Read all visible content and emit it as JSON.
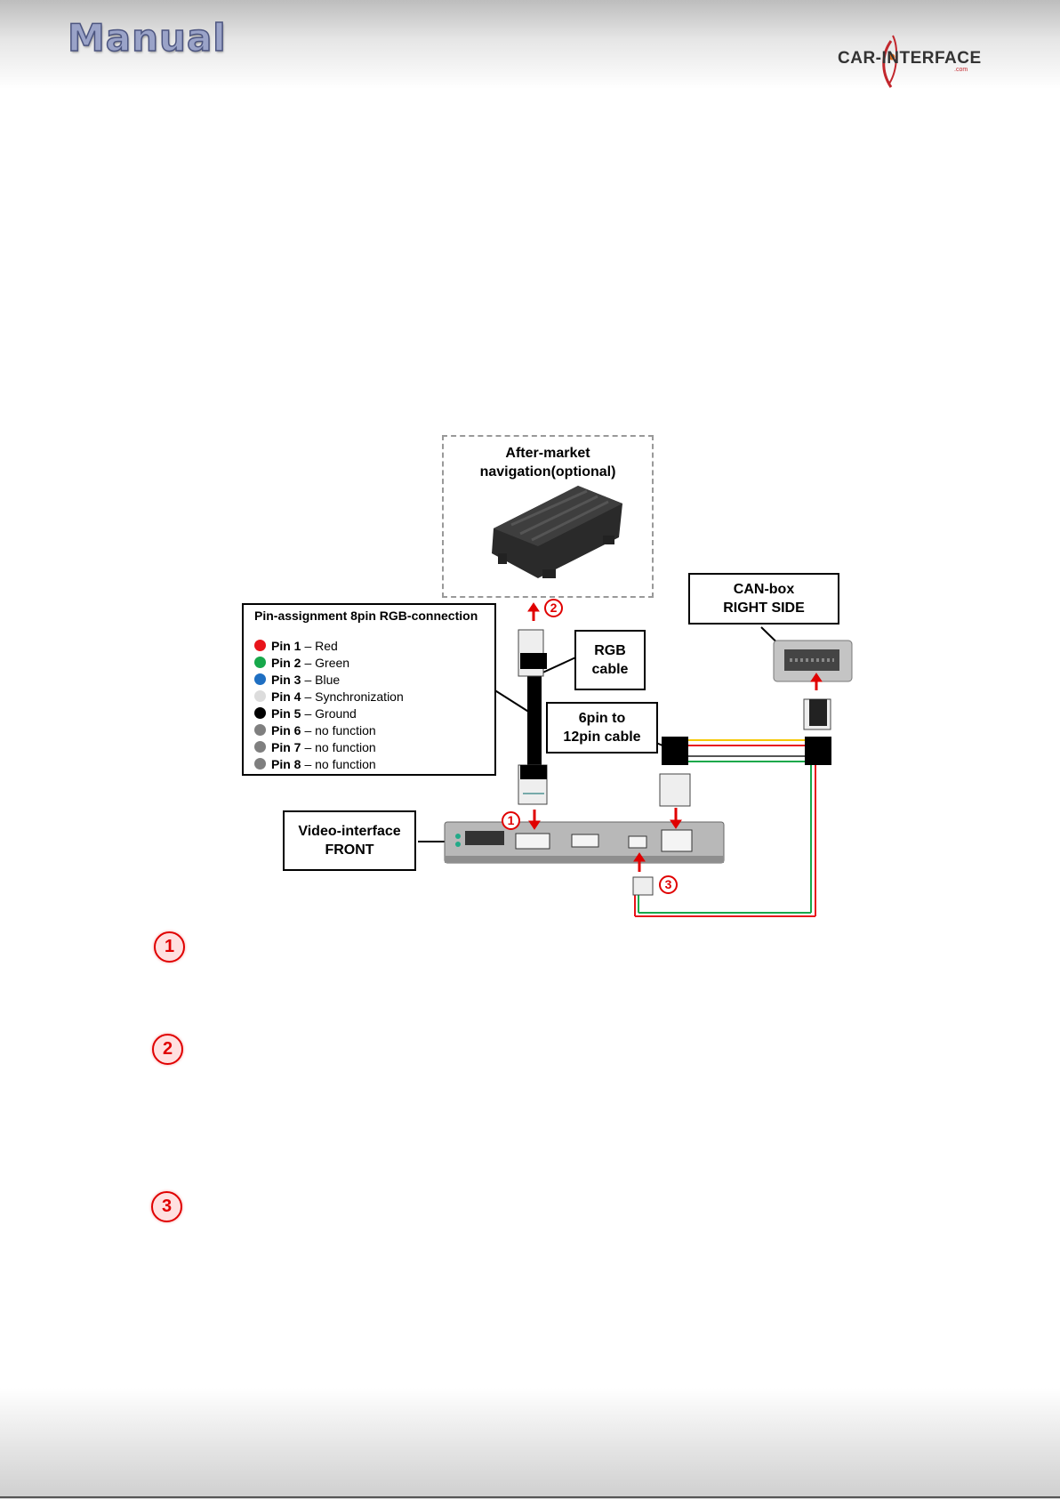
{
  "header": {
    "title": "Manual"
  },
  "logo": {
    "text": "CAR-INTERFACE",
    "suffix": ".com"
  },
  "diagram": {
    "nav_title_line1": "After-market",
    "nav_title_line2": "navigation(optional)",
    "canbox_line1": "CAN-box",
    "canbox_line2": "RIGHT SIDE",
    "rgb_line1": "RGB",
    "rgb_line2": "cable",
    "cable6_line1": "6pin to",
    "cable6_line2": "12pin cable",
    "video_line1": "Video-interface",
    "video_line2": "FRONT",
    "pin_title": "Pin-assignment 8pin RGB-connection",
    "pins": [
      {
        "label": "Pin 1",
        "desc": "– Red",
        "color": "#e8141b"
      },
      {
        "label": "Pin 2",
        "desc": "– Green",
        "color": "#17a84b"
      },
      {
        "label": "Pin 3",
        "desc": "– Blue",
        "color": "#1f6fc2"
      },
      {
        "label": "Pin 4",
        "desc": "– Synchronization",
        "color": "#dcdcdc"
      },
      {
        "label": "Pin 5",
        "desc": "– Ground",
        "color": "#000000"
      },
      {
        "label": "Pin 6",
        "desc": "– no function",
        "color": "#7f7f7f"
      },
      {
        "label": "Pin 7",
        "desc": "– no function",
        "color": "#7f7f7f"
      },
      {
        "label": "Pin 8",
        "desc": "– no function",
        "color": "#7f7f7f"
      }
    ],
    "markers": [
      "1",
      "2",
      "3"
    ]
  },
  "list_markers": [
    "1",
    "2",
    "3"
  ],
  "colors": {
    "accent_red": "#e00000",
    "title_fill": "#9aa3c8"
  }
}
